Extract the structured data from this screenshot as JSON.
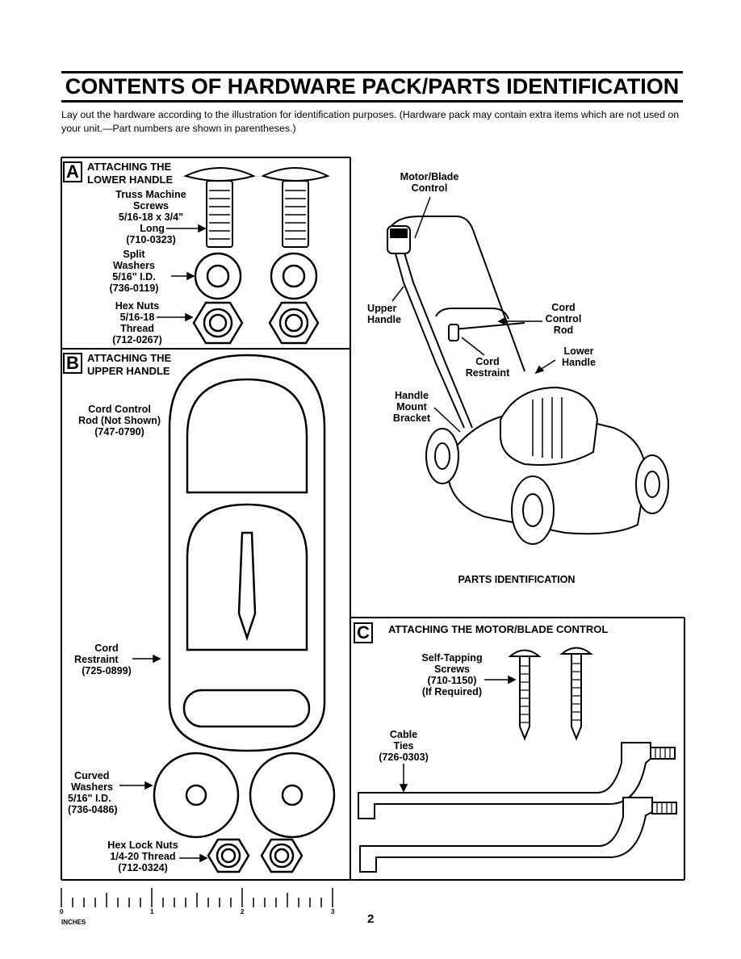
{
  "header": {
    "title": "CONTENTS OF HARDWARE PACK/PARTS IDENTIFICATION",
    "intro": "Lay out the hardware according to the illustration for identification purposes. (Hardware pack may contain extra items which are not used on your unit.—Part numbers are shown in parentheses.)"
  },
  "section_a": {
    "letter": "A",
    "heading": [
      "ATTACHING THE",
      "LOWER HANDLE"
    ],
    "truss_screws": [
      "Truss Machine",
      "Screws",
      "5/16-18 x 3/4\"",
      "Long",
      "(710-0323)"
    ],
    "split_washers": [
      "Split",
      "Washers",
      "5/16\" I.D.",
      "(736-0119)"
    ],
    "hex_nuts": [
      "Hex Nuts",
      "5/16-18",
      "Thread",
      "(712-0267)"
    ]
  },
  "section_b": {
    "letter": "B",
    "heading": [
      "ATTACHING THE",
      "UPPER HANDLE"
    ],
    "cord_control_rod": [
      "Cord Control",
      "Rod (Not Shown)",
      "(747-0790)"
    ],
    "cord_restraint": [
      "Cord",
      "Restraint",
      "(725-0899)"
    ],
    "curved_washers": [
      "Curved",
      "Washers",
      "5/16\" I.D.",
      "(736-0486)"
    ],
    "hex_lock_nuts": [
      "Hex Lock Nuts",
      "1/4-20 Thread",
      "(712-0324)"
    ]
  },
  "parts_id": {
    "motor_blade_control": [
      "Motor/Blade",
      "Control"
    ],
    "upper_handle": [
      "Upper",
      "Handle"
    ],
    "cord_control_rod": [
      "Cord",
      "Control",
      "Rod"
    ],
    "lower_handle": [
      "Lower",
      "Handle"
    ],
    "cord_restraint": [
      "Cord",
      "Restraint"
    ],
    "handle_mount_bracket": [
      "Handle",
      "Mount",
      "Bracket"
    ],
    "caption": "PARTS IDENTIFICATION"
  },
  "section_c": {
    "letter": "C",
    "heading": "ATTACHING THE MOTOR/BLADE CONTROL",
    "self_tapping_screws": [
      "Self-Tapping",
      "Screws",
      "(710-1150)",
      "(If Required)"
    ],
    "cable_ties": [
      "Cable",
      "Ties",
      "(726-0303)"
    ]
  },
  "ruler": {
    "numbers": [
      "0",
      "1",
      "2",
      "3"
    ],
    "unit": "INCHES"
  },
  "page_number": "2"
}
